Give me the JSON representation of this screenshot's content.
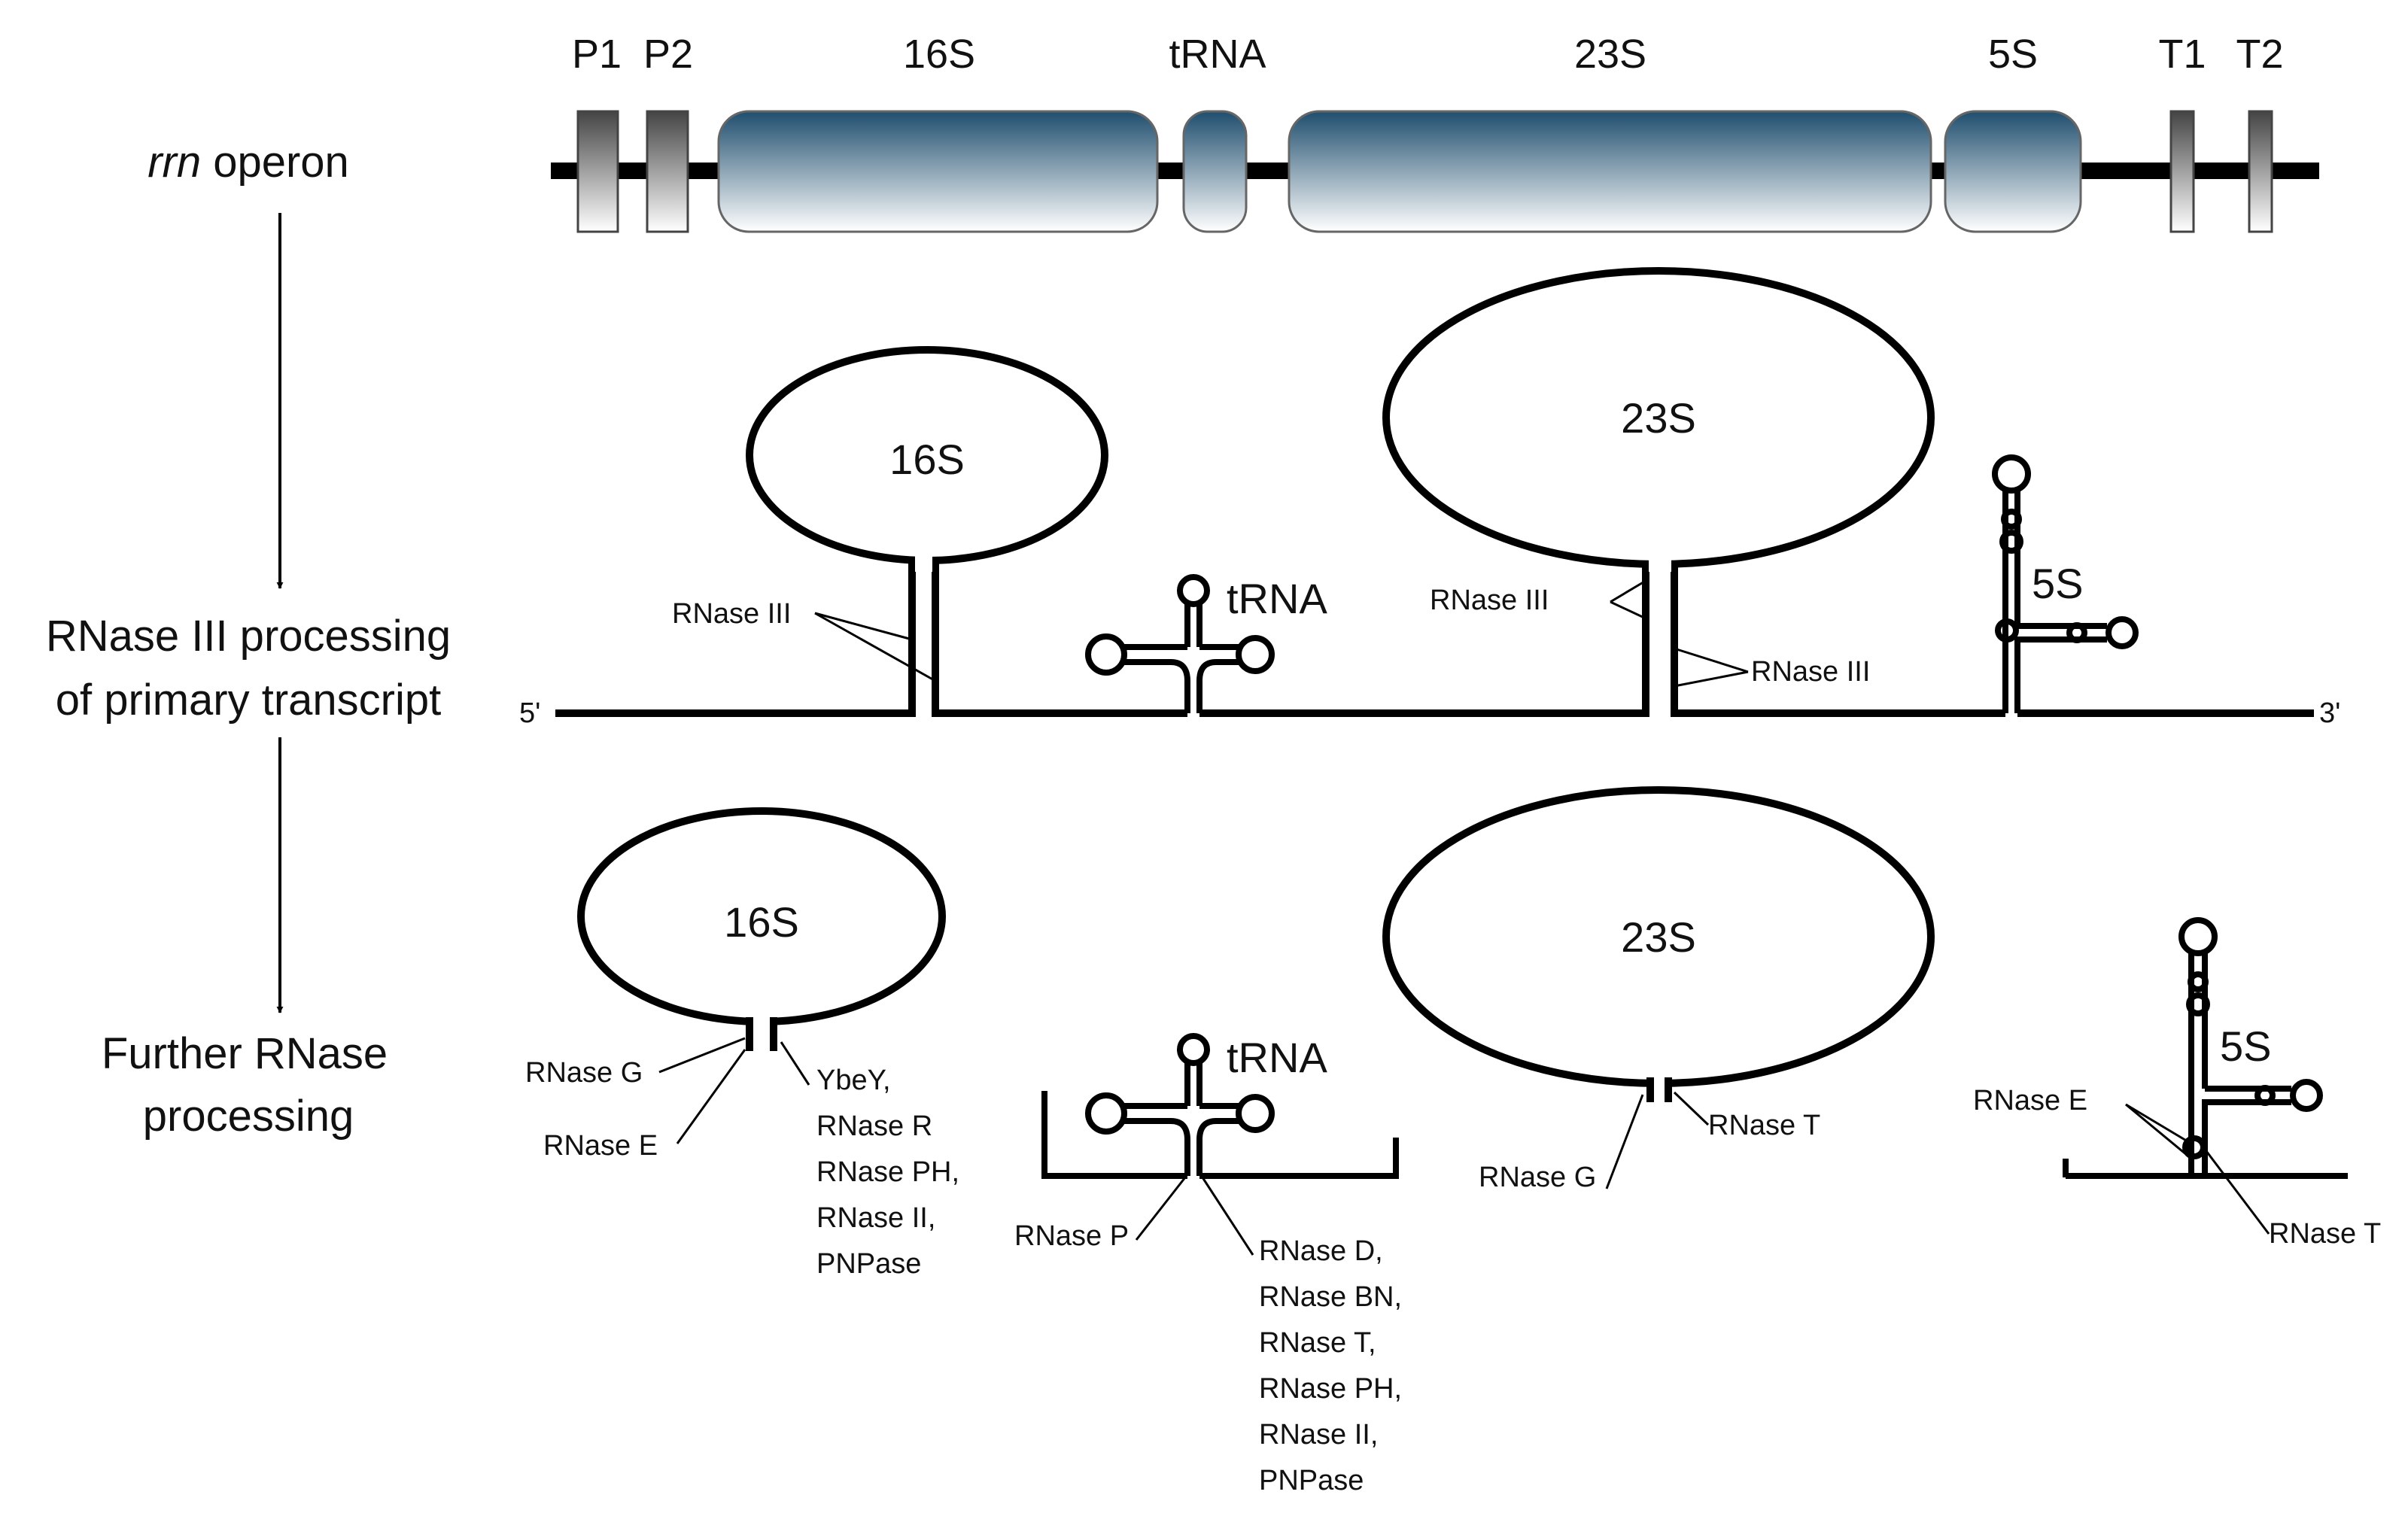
{
  "rows": {
    "operon_prefix": "rrn",
    "operon_suffix": " operon",
    "rnase3_line1": "RNase III processing",
    "rnase3_line2": "of primary transcript",
    "further_line1": "Further RNase",
    "further_line2": "processing"
  },
  "operon_labels": {
    "p1": "P1",
    "p2": "P2",
    "s16": "16S",
    "trna": "tRNA",
    "s23": "23S",
    "s5": "5S",
    "t1": "T1",
    "t2": "T2"
  },
  "transcript": {
    "five_prime": "5'",
    "three_prime": "3'",
    "s16": "16S",
    "trna": "tRNA",
    "s23": "23S",
    "s5": "5S",
    "rnase_iii_a": "RNase III",
    "rnase_iii_b": "RNase III",
    "rnase_iii_c": "RNase III"
  },
  "mature": {
    "s16": "16S",
    "trna": "tRNA",
    "s23": "23S",
    "s5": "5S",
    "s16_5p_a": "RNase G",
    "s16_5p_b": "RNase E",
    "s16_3p": [
      "YbeY,",
      "RNase R",
      "RNase PH,",
      "RNase II,",
      "PNPase"
    ],
    "trna_5p": "RNase P",
    "trna_3p": [
      "RNase D,",
      "RNase BN,",
      "RNase T,",
      "RNase PH,",
      "RNase II,",
      "PNPase"
    ],
    "s23_5p": "RNase G",
    "s23_3p": "RNase T",
    "s5_5p": "RNase E",
    "s5_3p": "RNase T"
  },
  "colors": {
    "rrna_gradient_top": "#1f4e6e",
    "rrna_gradient_bottom": "#ffffff",
    "promoter_gradient_top": "#444444",
    "promoter_gradient_bottom": "#ffffff"
  }
}
